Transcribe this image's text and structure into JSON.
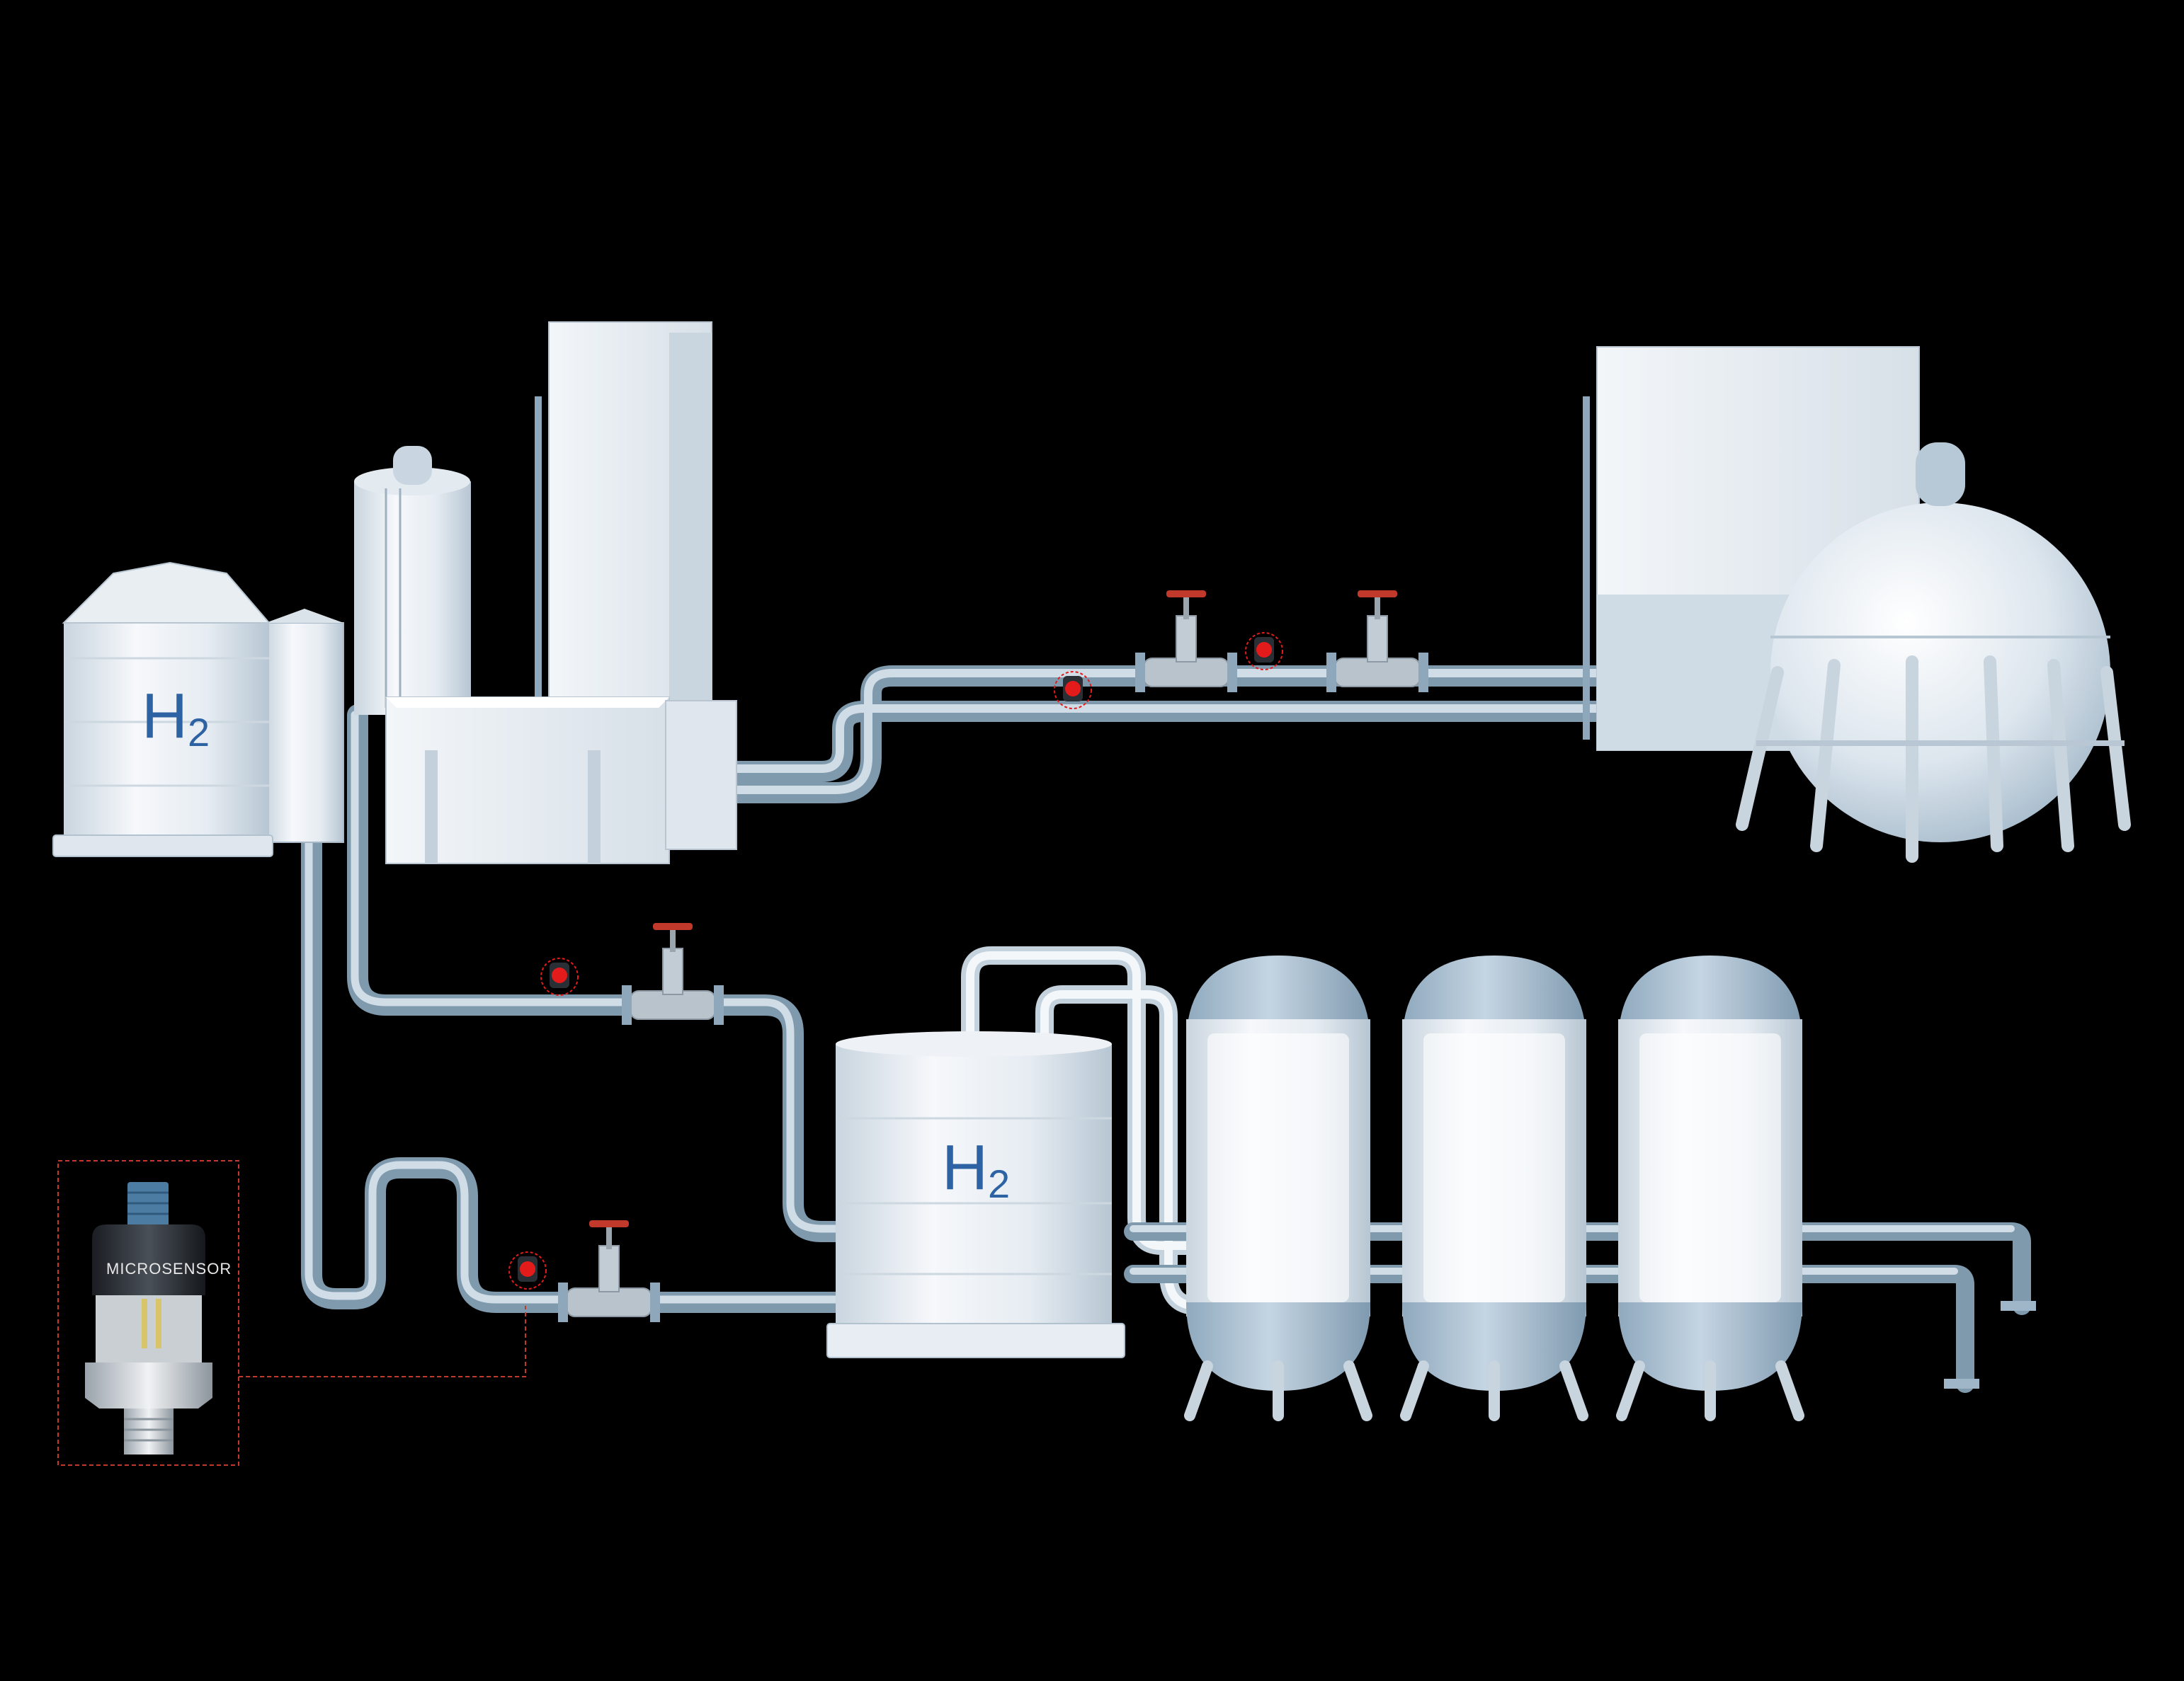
{
  "tank_left": {
    "symbol": "H",
    "subscript": "2"
  },
  "tank_center": {
    "symbol": "H",
    "subscript": "2"
  },
  "sensor": {
    "brand": "MICROSENSOR"
  },
  "colors": {
    "background": "#000000",
    "pipe": "#9fb6c8",
    "pipe_light": "#d4e2ec",
    "tank": "#eef2f6",
    "vessel_cap": "#a9bfd0",
    "valve_handle": "#c0392b",
    "sensor_marker": "#e41b1b",
    "callout_border": "#c0392b",
    "label": "#2d63a3"
  }
}
